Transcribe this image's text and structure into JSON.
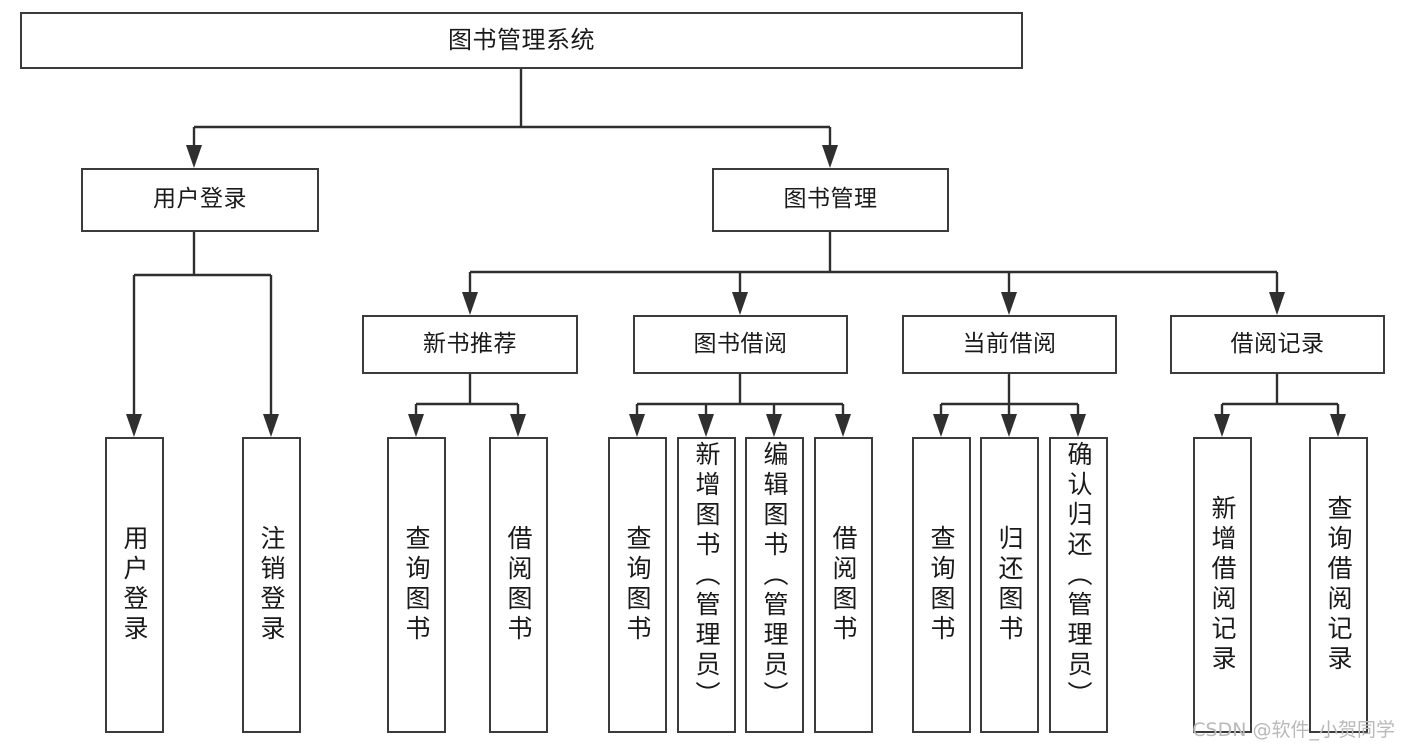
{
  "diagram": {
    "title": "图书管理系统",
    "type": "tree-hierarchy",
    "background_color": "#ffffff",
    "border_color": "#3b3b3b",
    "text_color": "#1a1a1a",
    "root": {
      "label": "图书管理系统"
    },
    "level2": [
      {
        "label": "用户登录"
      },
      {
        "label": "图书管理"
      }
    ],
    "level3": [
      {
        "label": "新书推荐"
      },
      {
        "label": "图书借阅"
      },
      {
        "label": "当前借阅"
      },
      {
        "label": "借阅记录"
      }
    ],
    "leaves": {
      "user_login": [
        {
          "label": "用户登录"
        },
        {
          "label": "注销登录"
        }
      ],
      "new_book_recommend": [
        {
          "label": "查询图书"
        },
        {
          "label": "借阅图书"
        }
      ],
      "book_borrow": [
        {
          "label": "查询图书"
        },
        {
          "label": "新增图书（管理员）"
        },
        {
          "label": "编辑图书（管理员）"
        },
        {
          "label": "借阅图书"
        }
      ],
      "current_borrow": [
        {
          "label": "查询图书"
        },
        {
          "label": "归还图书"
        },
        {
          "label": "确认归还（管理员）"
        }
      ],
      "borrow_record": [
        {
          "label": "新增借阅记录"
        },
        {
          "label": "查询借阅记录"
        }
      ]
    }
  },
  "watermark": {
    "text": "CSDN @软件_小贺同学",
    "color": "#b9b9b9"
  }
}
